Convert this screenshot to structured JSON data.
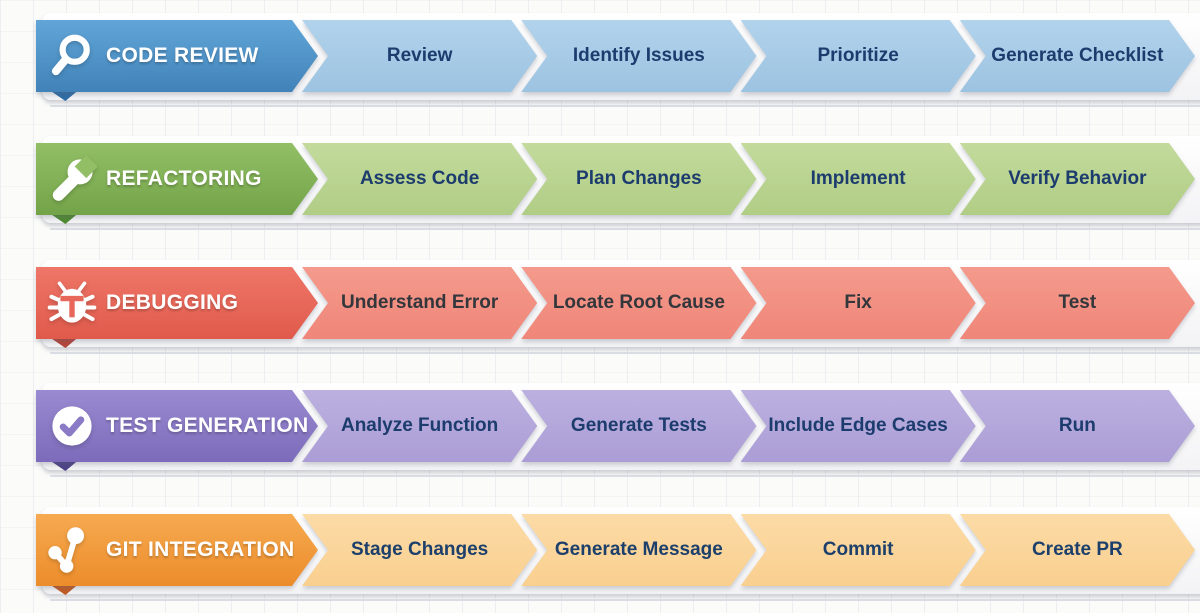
{
  "rows": [
    {
      "title": "CODE REVIEW",
      "icon": "magnifier-icon",
      "steps": [
        "Review",
        "Identify Issues",
        "Prioritize",
        "Generate Checklist"
      ],
      "colors": {
        "header_top": "#61a5d8",
        "header_bottom": "#4183b8",
        "header_base": "#4d92c8",
        "step_top": "#b2d3ec",
        "step_bottom": "#9cc3e1",
        "step_text": "#1d3c6e",
        "fold": "#2d6ca6"
      }
    },
    {
      "title": "REFACTORING",
      "icon": "wrench-icon",
      "steps": [
        "Assess Code",
        "Plan Changes",
        "Implement",
        "Verify Behavior"
      ],
      "colors": {
        "header_top": "#92bf66",
        "header_bottom": "#73a348",
        "header_base": "#82b156",
        "step_top": "#c3da9c",
        "step_bottom": "#b0cd85",
        "step_text": "#1d3c6e",
        "fold": "#4f8a31"
      }
    },
    {
      "title": "DEBUGGING",
      "icon": "bug-icon",
      "steps": [
        "Understand Error",
        "Locate Root Cause",
        "Fix",
        "Test"
      ],
      "colors": {
        "header_top": "#ee7668",
        "header_bottom": "#e05a4b",
        "header_base": "#e7685a",
        "step_top": "#f49a8c",
        "step_bottom": "#ef8679",
        "step_text": "#33373c",
        "fold": "#b5453a"
      }
    },
    {
      "title": "TEST GENERATION",
      "icon": "check-circle-icon",
      "steps": [
        "Analyze Function",
        "Generate Tests",
        "Include Edge Cases",
        "Run"
      ],
      "colors": {
        "header_top": "#998ad1",
        "header_bottom": "#7c6bba",
        "header_base": "#8b7ac6",
        "step_top": "#bcb0e0",
        "step_bottom": "#ab9dd5",
        "step_text": "#1d3c6e",
        "fold": "#4c4287"
      }
    },
    {
      "title": "GIT INTEGRATION",
      "icon": "git-branch-icon",
      "steps": [
        "Stage Changes",
        "Generate Message",
        "Commit",
        "Create PR"
      ],
      "colors": {
        "header_top": "#f6aa50",
        "header_bottom": "#ec8c2b",
        "header_base": "#f19b3e",
        "step_top": "#fcdba6",
        "step_bottom": "#f9cf8f",
        "step_text": "#1c3f6b",
        "fold": "#c25a22"
      }
    }
  ]
}
